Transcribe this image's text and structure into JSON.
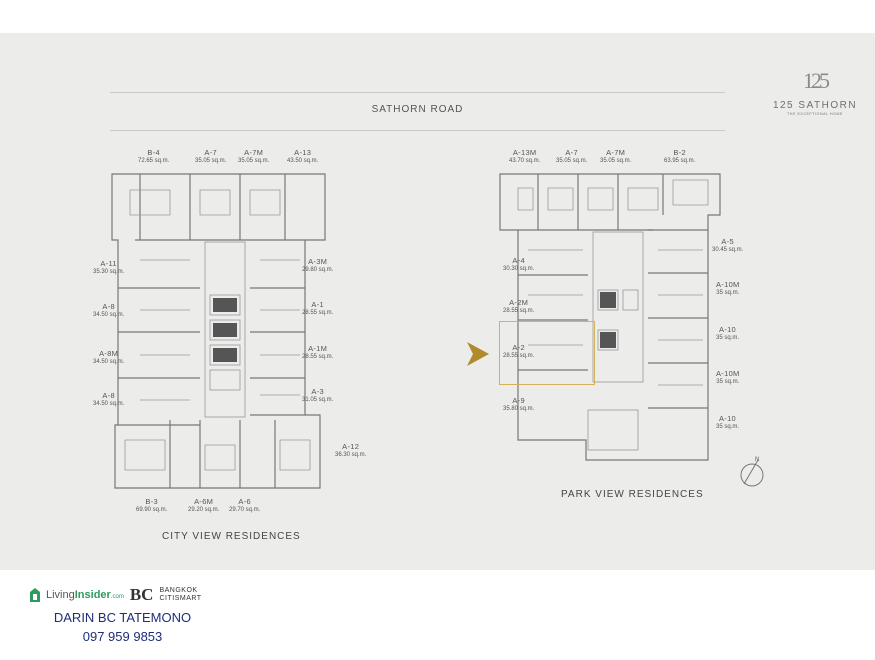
{
  "brand": {
    "mark": "125",
    "name": "125 SATHORN",
    "tagline": "THE EXCEPTIONAL HOME"
  },
  "road_label": "SATHORN ROAD",
  "city_view": {
    "title": "CITY VIEW RESIDENCES",
    "units": [
      {
        "code": "B-4",
        "area": "72.65 sq.m."
      },
      {
        "code": "A-7",
        "area": "35.05 sq.m."
      },
      {
        "code": "A-7M",
        "area": "35.05 sq.m."
      },
      {
        "code": "A-13",
        "area": "43.50 sq.m."
      },
      {
        "code": "A-11",
        "area": "35.30 sq.m."
      },
      {
        "code": "A-8",
        "area": "34.50 sq.m."
      },
      {
        "code": "A-8M",
        "area": "34.50 sq.m."
      },
      {
        "code": "A-8",
        "area": "34.50 sq.m."
      },
      {
        "code": "A-3M",
        "area": "29.80 sq.m."
      },
      {
        "code": "A-1",
        "area": "28.55 sq.m."
      },
      {
        "code": "A-1M",
        "area": "28.55 sq.m."
      },
      {
        "code": "A-3",
        "area": "31.05 sq.m."
      },
      {
        "code": "A-12",
        "area": "36.30 sq.m."
      },
      {
        "code": "B-3",
        "area": "69.90 sq.m."
      },
      {
        "code": "A-6M",
        "area": "29.20 sq.m."
      },
      {
        "code": "A-6",
        "area": "29.70 sq.m."
      }
    ]
  },
  "park_view": {
    "title": "PARK VIEW RESIDENCES",
    "units": [
      {
        "code": "A-13M",
        "area": "43.70 sq.m."
      },
      {
        "code": "A-7",
        "area": "35.05 sq.m."
      },
      {
        "code": "A-7M",
        "area": "35.05 sq.m."
      },
      {
        "code": "B-2",
        "area": "63.95 sq.m."
      },
      {
        "code": "A-4",
        "area": "30.30 sq.m."
      },
      {
        "code": "A-2M",
        "area": "28.55 sq.m."
      },
      {
        "code": "A-2",
        "area": "28.55 sq.m."
      },
      {
        "code": "A-9",
        "area": "35.80 sq.m."
      },
      {
        "code": "A-5",
        "area": "30.45 sq.m."
      },
      {
        "code": "A-10M",
        "area": "35 sq.m."
      },
      {
        "code": "A-10",
        "area": "35 sq.m."
      },
      {
        "code": "A-10M",
        "area": "35 sq.m."
      },
      {
        "code": "A-10",
        "area": "35 sq.m."
      }
    ],
    "highlighted_unit": "A-2"
  },
  "compass": {
    "label": "N"
  },
  "footer": {
    "livinginsider": {
      "prefix": "Living",
      "bold": "Insider",
      "suffix": ".com"
    },
    "bc": {
      "mark": "BC",
      "line1": "BANGKOK",
      "line2": "CITISMART"
    },
    "agent_name": "DARIN BC TATEMONO",
    "agent_phone": "097 959 9853"
  },
  "colors": {
    "panel": "#ececea",
    "highlight": "#d4b25c",
    "arrow": "#b08a2c",
    "agent": "#1f2d7a"
  }
}
